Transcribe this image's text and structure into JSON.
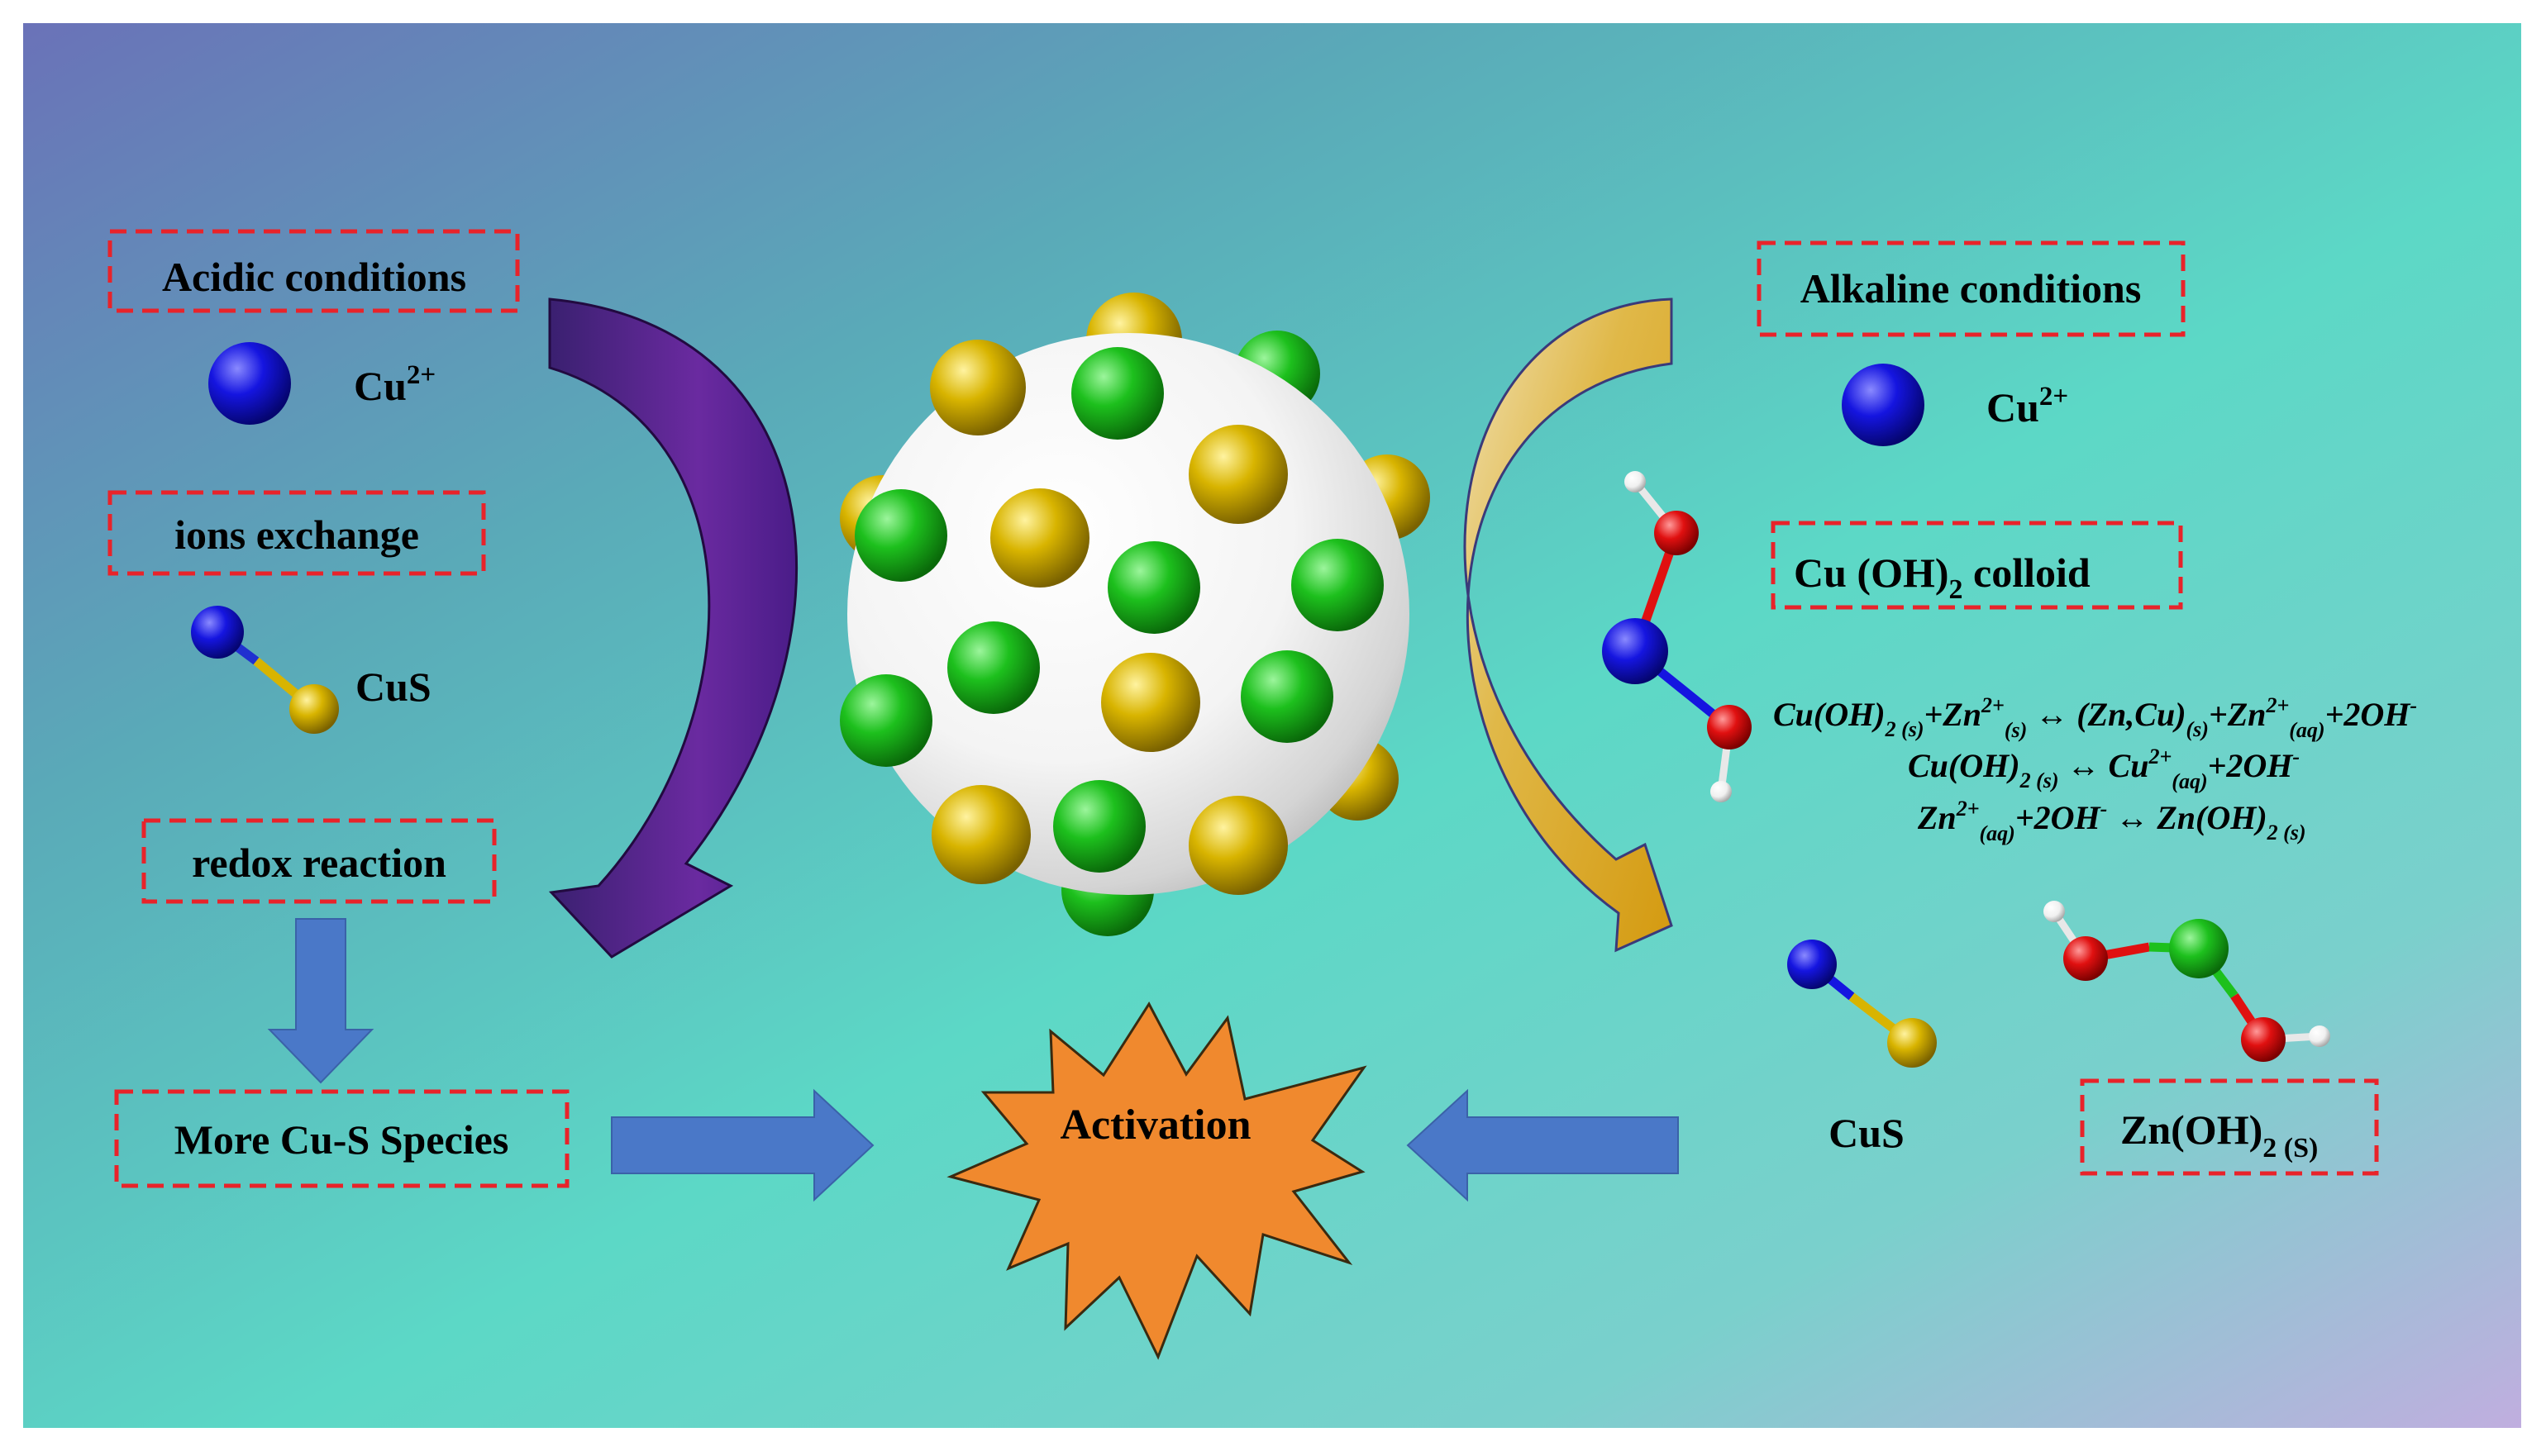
{
  "left": {
    "acidic_label": "Acidic conditions",
    "cu_ion": {
      "base": "Cu",
      "sup": "2+"
    },
    "ions_exchange_label": "ions exchange",
    "cus_label": "CuS",
    "redox_label": "redox reaction",
    "more_species_label": "More Cu-S Species"
  },
  "center": {
    "activation_label": "Activation"
  },
  "right": {
    "alkaline_label": "Alkaline conditions",
    "cu_ion": {
      "base": "Cu",
      "sup": "2+"
    },
    "colloid": {
      "pre": "Cu (OH)",
      "sub": "2",
      "post": " colloid"
    },
    "equations": {
      "eq1": {
        "a": "Cu(OH)",
        "a_sub": "2 (s)",
        "b": "+Zn",
        "b_sup": "2+",
        "b_sub": "(s)",
        "c": " ↔ (Zn,Cu)",
        "c_sub": "(s)",
        "d": "+Zn",
        "d_sup": "2+",
        "d_sub": "(aq)",
        "e": "+2OH",
        "e_sup": "-"
      },
      "eq2": {
        "a": "Cu(OH)",
        "a_sub": "2 (s)",
        "b": "  ↔  Cu",
        "b_sup": "2+",
        "b_sub": "(aq)",
        "c": "+2OH",
        "c_sup": "-"
      },
      "eq3": {
        "a": "Zn",
        "a_sup": "2+",
        "a_sub": "(aq)",
        "b": "+2OH",
        "b_sup": "-",
        "c": " ↔ Zn(OH)",
        "c_sub": "2 (s)"
      }
    },
    "cus_label": "CuS",
    "znoh": {
      "pre": "Zn(OH)",
      "sub": "2 (S)"
    }
  },
  "colors": {
    "box_border": "#e8232a",
    "blue_arrow": "#4a78c8",
    "purple_arrow": "#5a2a8a",
    "gold_arrow": "#d4a52a",
    "activation_star": "#f0892e",
    "cu_sphere": "#1010d0",
    "s_sphere": "#d8b800",
    "zn_sphere": "#22c022",
    "o_sphere": "#e01515",
    "h_sphere": "#ffffff"
  }
}
